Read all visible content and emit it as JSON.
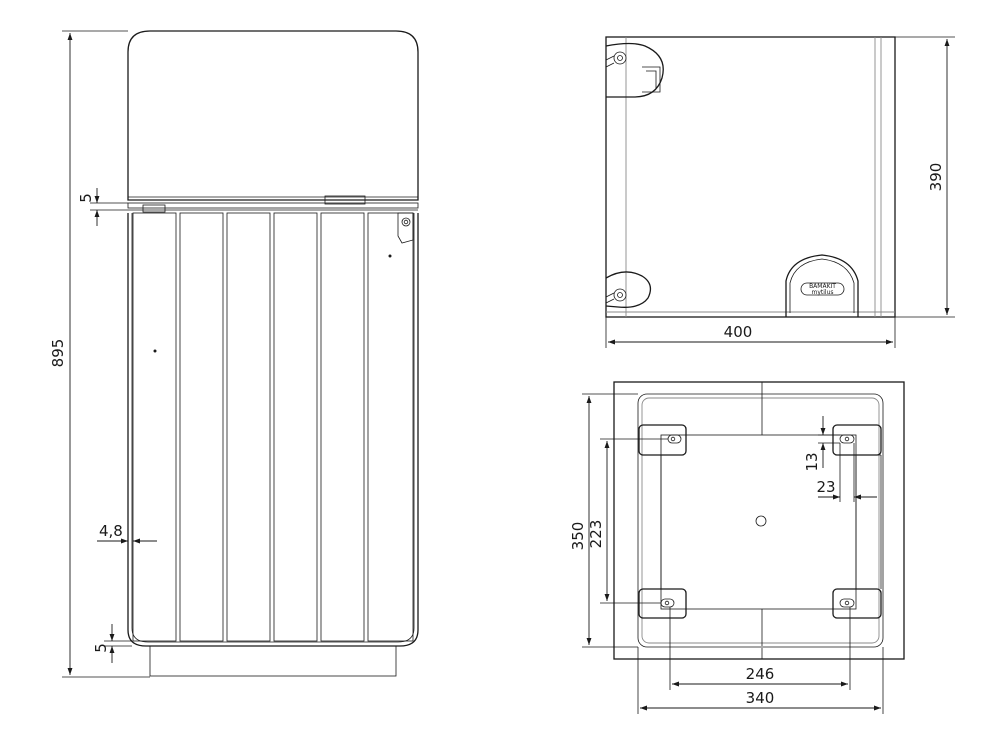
{
  "dimensions": {
    "total_height": "895",
    "lid_gap": "5",
    "slat_gap": "4,8",
    "bottom_gap": "5",
    "top_depth": "390",
    "top_width": "400",
    "base_outer": "350",
    "hole_spacing_y": "223",
    "slot_height": "13",
    "slot_offset": "23",
    "hole_spacing_x": "246",
    "base_width": "340"
  },
  "plate_text": {
    "line1": "BAMAKIT",
    "line2": "mytilus"
  }
}
